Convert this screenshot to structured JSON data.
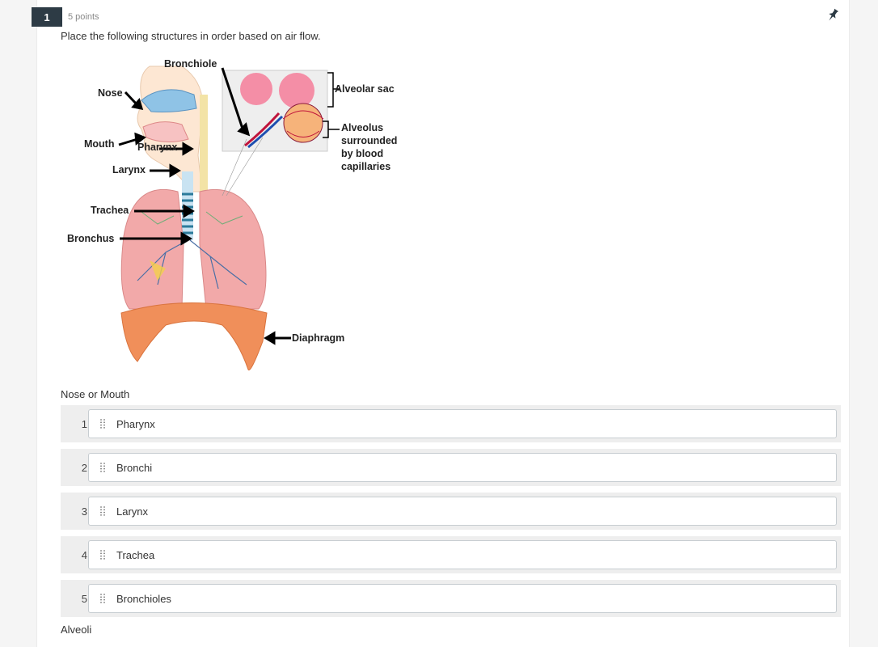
{
  "question": {
    "number": "1",
    "points": "5 points",
    "prompt": "Place the following structures in order based on air flow.",
    "top_anchor": "Nose or Mouth",
    "bottom_anchor": "Alveoli"
  },
  "diagram_labels": {
    "bronchiole": "Bronchiole",
    "nose": "Nose",
    "mouth": "Mouth",
    "pharynx": "Pharynx",
    "larynx": "Larynx",
    "trachea": "Trachea",
    "bronchus": "Bronchus",
    "diaphragm": "Diaphragm",
    "alveolar_sac": "Alveolar sac",
    "alveolus_1": "Alveolus",
    "alveolus_2": "surrounded",
    "alveolus_3": "by blood",
    "alveolus_4": "capillaries"
  },
  "items": [
    {
      "num": "1",
      "label": "Pharynx"
    },
    {
      "num": "2",
      "label": "Bronchi"
    },
    {
      "num": "3",
      "label": "Larynx"
    },
    {
      "num": "4",
      "label": "Trachea"
    },
    {
      "num": "5",
      "label": "Bronchioles"
    }
  ],
  "icons": {
    "pin": "pin-icon",
    "grip": "drag-handle-icon"
  }
}
